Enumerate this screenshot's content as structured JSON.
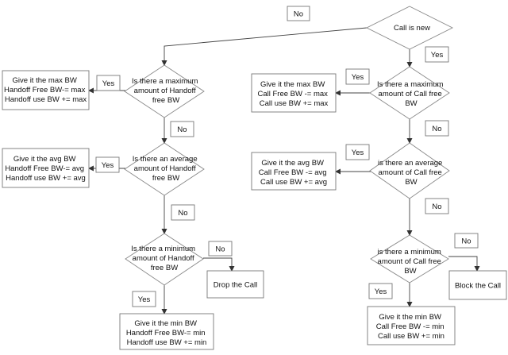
{
  "diagram": {
    "top": {
      "no_label": "No",
      "start_label": "Call is new",
      "yes_label": "Yes"
    },
    "handoff": {
      "max_question": [
        "Is there a maximum",
        "amount of Handoff",
        "free BW"
      ],
      "max_yes": "Yes",
      "max_action": [
        "Give it the max BW",
        "Handoff Free BW-= max",
        "Handoff use BW += max"
      ],
      "max_no": "No",
      "avg_question": [
        "Is there an average",
        "amount of Handoff",
        "free BW"
      ],
      "avg_yes": "Yes",
      "avg_action": [
        "Give it the avg BW",
        "Handoff Free BW-= avg",
        "Handoff use BW += avg"
      ],
      "avg_no": "No",
      "min_question": [
        "Is there a minimum",
        "amount of Handoff",
        "free BW"
      ],
      "min_no": "No",
      "min_fail": "Drop the Call",
      "min_yes": "Yes",
      "min_action": [
        "Give it the min BW",
        "Handoff Free BW-= min",
        "Handoff use BW += min"
      ]
    },
    "call": {
      "max_question": [
        "Is there a maximum",
        "amount of Call free",
        "BW"
      ],
      "max_yes": "Yes",
      "max_action": [
        "Give it the max BW",
        "Call Free BW -= max",
        "Call use BW += max"
      ],
      "max_no": "No",
      "avg_question": [
        "is there an average",
        "amount of Call free",
        "BW"
      ],
      "avg_yes": "Yes",
      "avg_action": [
        "Give it the avg BW",
        "Call Free BW -= avg",
        "Call use BW += avg"
      ],
      "avg_no": "No",
      "min_question": [
        "is there a minimum",
        "amount of Call free",
        "BW"
      ],
      "min_no": "No",
      "min_fail": "Block the Call",
      "min_yes": "Yes",
      "min_action": [
        "Give it the min BW",
        "Call Free BW -= min",
        "Call use BW += min"
      ]
    }
  }
}
